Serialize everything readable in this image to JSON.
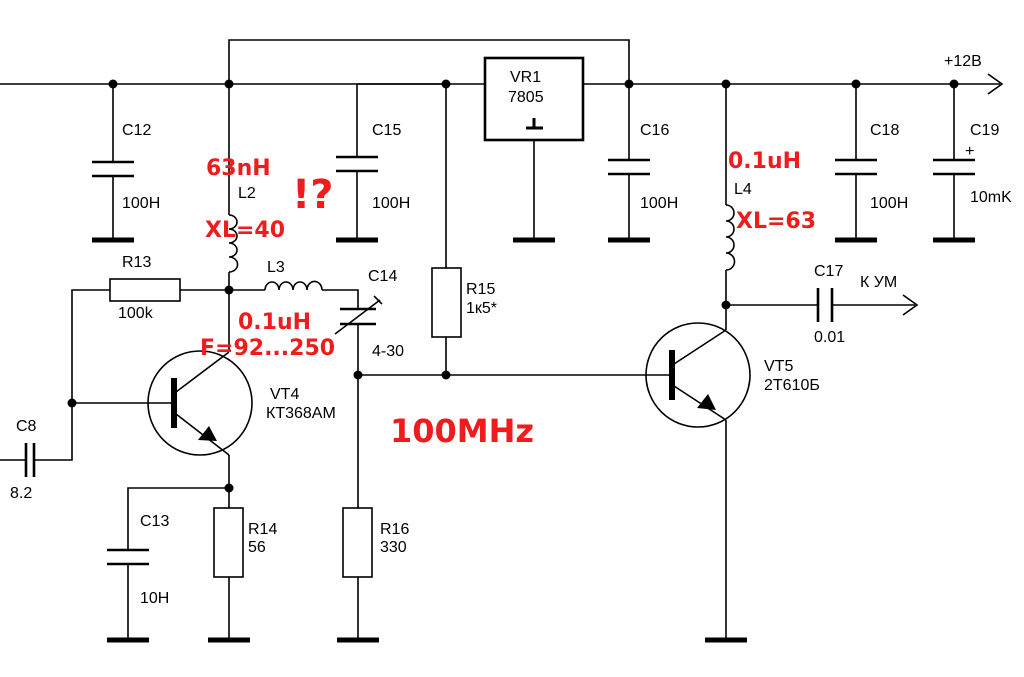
{
  "net_labels": {
    "supply": "+12В",
    "output": "К УМ"
  },
  "components": {
    "c12": {
      "ref": "C12",
      "value": "100Н"
    },
    "c15": {
      "ref": "C15",
      "value": "100Н"
    },
    "c16": {
      "ref": "C16",
      "value": "100Н"
    },
    "c18": {
      "ref": "C18",
      "value": "100Н"
    },
    "c19": {
      "ref": "C19",
      "value": "10mK",
      "polarity": "+"
    },
    "c14": {
      "ref": "C14",
      "value": "4-30"
    },
    "c17": {
      "ref": "C17",
      "value": "0.01"
    },
    "c8": {
      "ref": "C8",
      "value": "8.2"
    },
    "c13": {
      "ref": "C13",
      "value": "10Н"
    },
    "r13": {
      "ref": "R13",
      "value": "100k"
    },
    "r14": {
      "ref": "R14",
      "value": "56"
    },
    "r15": {
      "ref": "R15",
      "value": "1к5*"
    },
    "r16": {
      "ref": "R16",
      "value": "330"
    },
    "l2": {
      "ref": "L2"
    },
    "l3": {
      "ref": "L3"
    },
    "l4": {
      "ref": "L4"
    },
    "vr1": {
      "ref": "VR1",
      "value": "7805"
    },
    "vt4": {
      "ref": "VT4",
      "value": "КТ368АМ"
    },
    "vt5": {
      "ref": "VT5",
      "value": "2Т610Б"
    }
  },
  "annotations": {
    "l2_inductance": "63nH",
    "l2_query": "!?",
    "l2_reactance": "XL=40",
    "l3_inductance": "0.1uH",
    "tuning_range": "F=92...250",
    "l4_inductance": "0.1uH",
    "l4_reactance": "XL=63",
    "frequency": "100MHz"
  },
  "colors": {
    "wire": "#000000",
    "annotation": "#ee1c1c",
    "background": "#ffffff"
  }
}
